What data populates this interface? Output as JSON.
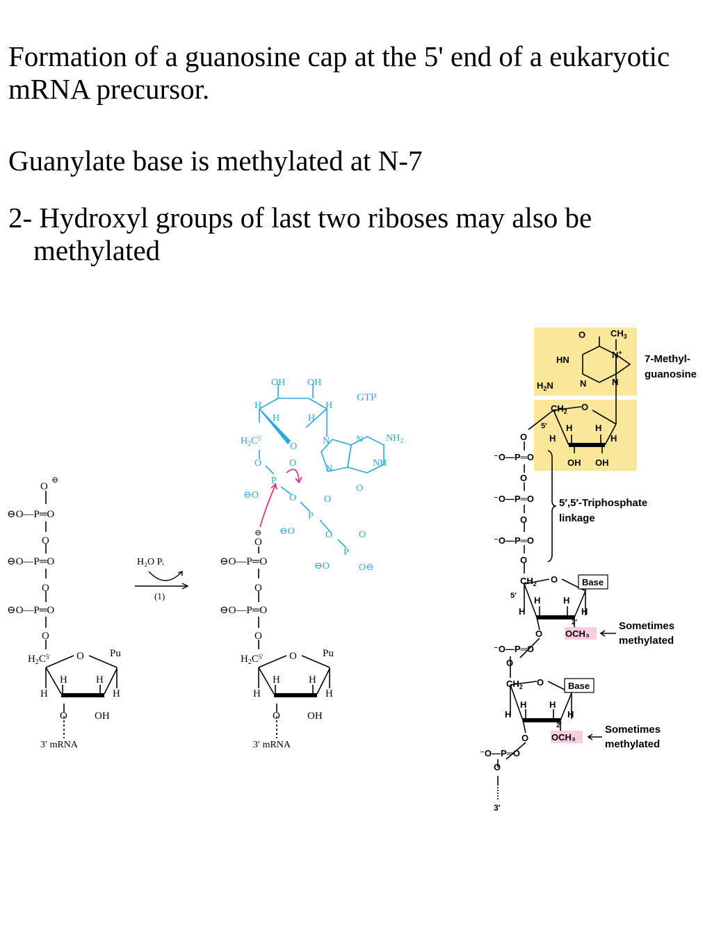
{
  "text": {
    "bullet1": "Formation of a guanosine cap at the 5' end of a eukaryotic mRNA precursor.",
    "bullet2": "Guanylate base is methylated at N-7",
    "bullet3": "2- Hydroxyl groups of last two riboses may also be methylated"
  },
  "reaction": {
    "reagents": "H₂O  Pᵢ",
    "step": "(1)",
    "gtp_label": "GTP",
    "left_end": "3′ mRNA",
    "mid_end": "3′ mRNA",
    "purine": "Pu"
  },
  "cap": {
    "methylguanosine_line1": "7-Methyl-",
    "methylguanosine_line2": "guanosine",
    "linkage_line1": "5′,5′-Triphosphate",
    "linkage_line2": "linkage",
    "base1": "Base",
    "base2": "Base",
    "sometimes1_line1": "Sometimes",
    "sometimes1_line2": "methylated",
    "sometimes2_line1": "Sometimes",
    "sometimes2_line2": "methylated",
    "och3_1": "OCH₃",
    "och3_2": "OCH₃",
    "three_prime": "3′"
  },
  "colors": {
    "gtp": "#29a9e1",
    "arrow": "#e6338a",
    "highlight": "#fbe79a",
    "methyl_box": "#f8cde1"
  }
}
